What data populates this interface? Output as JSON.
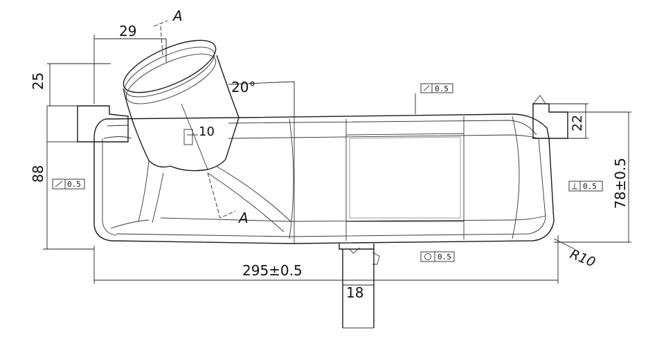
{
  "drawing": {
    "dimensions": {
      "d29": "29",
      "d25": "25",
      "d88": "88",
      "d20deg": "20°",
      "d10": "10",
      "d22": "22",
      "d78": "78±0.5",
      "d295": "295±0.5",
      "d18": "18",
      "r10": "R10"
    },
    "section": {
      "label": "A"
    },
    "tolerances": {
      "top_flatness": "0.5",
      "left_flatness": "0.5",
      "right_perpendicular": "0.5",
      "bottom_roundness": "0.5"
    }
  }
}
